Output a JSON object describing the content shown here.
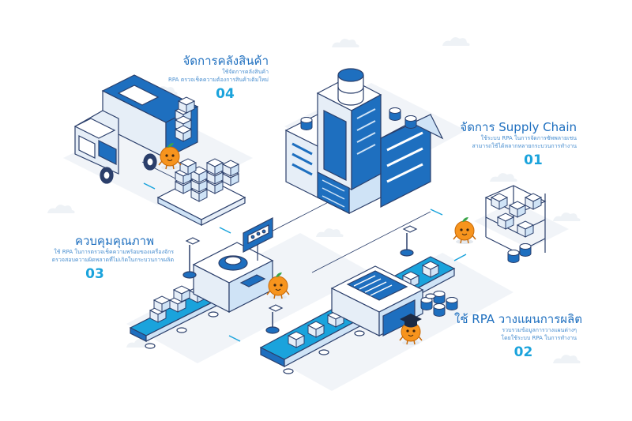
{
  "steps": [
    {
      "id": "supply-chain",
      "title": "จัดการ Supply Chain",
      "desc1": "ใช้ระบบ RPA ในการจัดการซัพพลายเชน",
      "desc2": "สามารถใช้ได้หลากหลายกระบวนการทำงาน",
      "number": "01"
    },
    {
      "id": "production-plan",
      "title": "ใช้ RPA วางแผนการผลิต",
      "desc1": "รวบรวมข้อมูลการวางแผนต่างๆ",
      "desc2": "โดยใช้ระบบ RPA ในการทำงาน",
      "number": "02"
    },
    {
      "id": "quality-control",
      "title": "ควบคุมคุณภาพ",
      "desc1": "ใช้ RPA ในการตรวจเช็คความพร้อมของเครื่องจักร",
      "desc2": "ตรวจสอบความผิดพลาดที่ไม่เกิดในกระบวนการผลิต",
      "number": "03"
    },
    {
      "id": "warehouse",
      "title": "จัดการคลังสินค้า",
      "desc1": "ใช้จัดการคลังสินค้า",
      "desc2": "RPA ตรวจเช็คความต้องการสินค้าเติมใหม่",
      "number": "04"
    }
  ],
  "colors": {
    "primary": "#1e6fbf",
    "accent": "#1aa3dc",
    "light": "#cfe3f6",
    "outline": "#2b3f6b",
    "orange": "#f7941d",
    "ground": "#f1f4f8"
  }
}
